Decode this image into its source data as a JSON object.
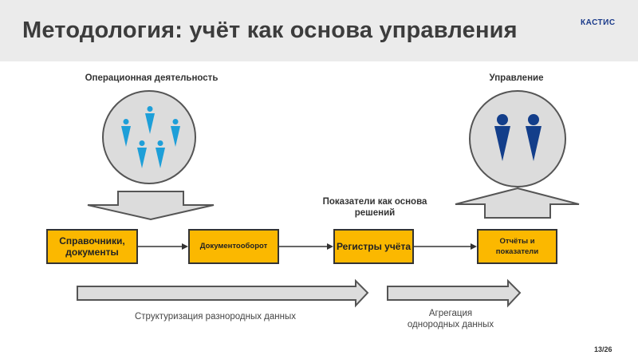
{
  "header": {
    "title": "Методология: учёт как основа управления",
    "logo": "КАСТИС"
  },
  "labels": {
    "operations": "Операционная деятельность",
    "management": "Управление",
    "kpi": "Показатели как основа решений"
  },
  "flow": {
    "box1": "Справочники, документы",
    "box2": "Документооборот",
    "box3": "Регистры учёта",
    "box4": "Отчёты и показатели"
  },
  "captions": {
    "structuring": "Структуризация разнородных данных",
    "aggregation": "Агрегация однородных данных"
  },
  "page_number": "13/26",
  "colors": {
    "box_fill": "#fbb800",
    "ops_people": "#1e9fd8",
    "mgmt_people": "#133e8a",
    "circle_fill": "#dcdcdc",
    "arrow_fill": "#dcdcdc"
  }
}
